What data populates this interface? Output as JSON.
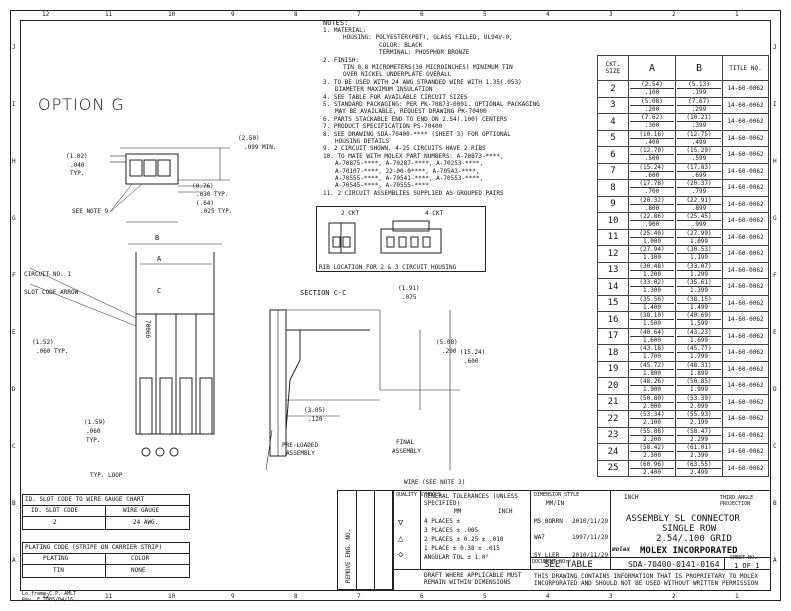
{
  "border": {
    "columns": [
      "12",
      "11",
      "10",
      "9",
      "8",
      "7",
      "6",
      "5",
      "4",
      "3",
      "2",
      "1"
    ],
    "rows": [
      "J",
      "I",
      "H",
      "G",
      "F",
      "E",
      "D",
      "C",
      "B",
      "A"
    ]
  },
  "title": "OPTION G",
  "notes": {
    "header": "NOTES:",
    "lines": [
      "1. MATERIAL:",
      "HOUSING: POLYESTER(PBT), GLASS FILLED, UL94V-0,",
      "COLOR: BLACK",
      "TERMINAL: PHOSPHOR BRONZE",
      "2. FINISH:",
      "TIN 0.8 MICROMETERS(30 MICROINCHES) MINIMUM TIN",
      "OVER NICKEL UNDERPLATE OVERALL",
      "3. TO BE USED WITH 24 AWG STRANDED WIRE WITH 1.35(.053)",
      "DIAMETER MAXIMUM INSULATION",
      "4. SEE TABLE FOR AVAILABLE CIRCUIT SIZES",
      "5. STANDARD PACKAGING: PER PK-70873-0001. OPTIONAL PACKAGING",
      "MAY BE AVAILABLE, REQUEST DRAWING PK-70400",
      "6. PARTS STACKABLE END TO END ON 2.54(.100) CENTERS",
      "7. PRODUCT SPECIFICATION PS-70400",
      "8. SEE DRAWING SDA-70400-**** (SHEET 3) FOR OPTIONAL",
      "HOUSING DETAILS",
      "9. 2 CIRCUIT SHOWN. 4-25 CIRCUITS HAVE 2 RIBS",
      "10. TO MATE WITH MOLEX PART NUMBERS: A-70873-****,",
      "A-70875-****, A-70287-****, A-70253-****,",
      "A-70107-****, 22-00-0****, A-70543-****,",
      "A-70555-****, A-70541-****, A-70553-****,",
      "A-70545-****, A-70555-****",
      "11. 2 CIRCUIT ASSEMBLIES SUPPLIED AS GROUPED PAIRS"
    ]
  },
  "rib": {
    "label_2": "2 CKT",
    "label_4": "4 CKT",
    "caption": "RIB LOCATION FOR 2 & 3 CIRCUIT HOUSING"
  },
  "dims": {
    "d250": "(2.50)",
    "d099": ".099 MIN.",
    "d102": "(1.02)",
    "d040": ".040",
    "dtyp": "TYP.",
    "d076": "(0.76)",
    "d030": ".030 TYP.",
    "d064": "(.64)",
    "d025": ".025 TYP.",
    "see9": "SEE NOTE 9",
    "B": "B",
    "A": "A",
    "C": "C",
    "circuit1": "CIRCUIT NO. 1",
    "slot": "SLOT CODE ARROW",
    "d152": "(1.52)",
    "d060": ".060 TYP.",
    "d159": "(1.59)",
    "d060b": ".060",
    "d060t": "TYP.",
    "typloop": "TYP. LOOP",
    "section": "SECTION C-C",
    "d191": "(1.91)",
    "d075": ".075",
    "d508": "(5.08)",
    "d200": ".200",
    "d1524": "(15.24)",
    "d600": ".600",
    "d305": "(3.05)",
    "d120": ".120",
    "preloaded1": "PRE-LOADED",
    "preloaded2": "ASSEMBLY",
    "final1": "FINAL",
    "final2": "ASSEMBLY",
    "wire": "WIRE (SEE NOTE 3)",
    "partmark": "70066"
  },
  "circuit_table": {
    "headers": [
      "CKT. SIZE",
      "A",
      "B",
      "TITLE NO."
    ],
    "rows": [
      {
        "size": "2",
        "a1": "(2.54)",
        "a2": ".100",
        "b1": "(5.13)",
        "b2": ".199",
        "title": "14-60-0062"
      },
      {
        "size": "3",
        "a1": "(5.08)",
        "a2": ".200",
        "b1": "(7.67)",
        "b2": ".299",
        "title": "14-60-0062"
      },
      {
        "size": "4",
        "a1": "(7.62)",
        "a2": ".300",
        "b1": "(10.21)",
        "b2": ".399",
        "title": "14-60-0062"
      },
      {
        "size": "5",
        "a1": "(10.16)",
        "a2": ".400",
        "b1": "(12.75)",
        "b2": ".499",
        "title": "14-60-0062"
      },
      {
        "size": "6",
        "a1": "(12.70)",
        "a2": ".500",
        "b1": "(15.29)",
        "b2": ".599",
        "title": "14-60-0062"
      },
      {
        "size": "7",
        "a1": "(15.24)",
        "a2": ".600",
        "b1": "(17.83)",
        "b2": ".699",
        "title": "14-60-0062"
      },
      {
        "size": "8",
        "a1": "(17.78)",
        "a2": ".700",
        "b1": "(20.37)",
        "b2": ".799",
        "title": "14-60-0062"
      },
      {
        "size": "9",
        "a1": "(20.32)",
        "a2": ".800",
        "b1": "(22.91)",
        "b2": ".899",
        "title": "14-60-0062"
      },
      {
        "size": "10",
        "a1": "(22.86)",
        "a2": ".900",
        "b1": "(25.45)",
        "b2": ".999",
        "title": "14-60-0062"
      },
      {
        "size": "11",
        "a1": "(25.40)",
        "a2": "1.000",
        "b1": "(27.99)",
        "b2": "1.099",
        "title": "14-60-0062"
      },
      {
        "size": "12",
        "a1": "(27.94)",
        "a2": "1.100",
        "b1": "(30.53)",
        "b2": "1.199",
        "title": "14-60-0062"
      },
      {
        "size": "13",
        "a1": "(30.48)",
        "a2": "1.200",
        "b1": "(33.07)",
        "b2": "1.299",
        "title": "14-60-0062"
      },
      {
        "size": "14",
        "a1": "(33.02)",
        "a2": "1.300",
        "b1": "(35.61)",
        "b2": "1.399",
        "title": "14-60-0062"
      },
      {
        "size": "15",
        "a1": "(35.56)",
        "a2": "1.400",
        "b1": "(38.15)",
        "b2": "1.499",
        "title": "14-60-0062"
      },
      {
        "size": "16",
        "a1": "(38.10)",
        "a2": "1.500",
        "b1": "(40.69)",
        "b2": "1.599",
        "title": "14-60-0062"
      },
      {
        "size": "17",
        "a1": "(40.64)",
        "a2": "1.600",
        "b1": "(43.23)",
        "b2": "1.699",
        "title": "14-60-0062"
      },
      {
        "size": "18",
        "a1": "(43.18)",
        "a2": "1.700",
        "b1": "(45.77)",
        "b2": "1.799",
        "title": "14-60-0062"
      },
      {
        "size": "19",
        "a1": "(45.72)",
        "a2": "1.800",
        "b1": "(48.31)",
        "b2": "1.899",
        "title": "14-60-0062"
      },
      {
        "size": "20",
        "a1": "(48.26)",
        "a2": "1.900",
        "b1": "(50.85)",
        "b2": "1.999",
        "title": "14-60-0062"
      },
      {
        "size": "21",
        "a1": "(50.80)",
        "a2": "2.000",
        "b1": "(53.39)",
        "b2": "2.099",
        "title": "14-60-0062"
      },
      {
        "size": "22",
        "a1": "(53.34)",
        "a2": "2.100",
        "b1": "(55.93)",
        "b2": "2.199",
        "title": "14-60-0062"
      },
      {
        "size": "23",
        "a1": "(55.88)",
        "a2": "2.200",
        "b1": "(58.47)",
        "b2": "2.299",
        "title": "14-60-0062"
      },
      {
        "size": "24",
        "a1": "(58.42)",
        "a2": "2.300",
        "b1": "(61.01)",
        "b2": "2.399",
        "title": "14-60-0062"
      },
      {
        "size": "25",
        "a1": "(60.96)",
        "a2": "2.400",
        "b1": "(63.55)",
        "b2": "2.499",
        "title": "14-60-0062"
      }
    ]
  },
  "slot_table": {
    "title": "ID. SLOT CODE TO WIRE GAUGE CHART",
    "h1": "ID. SLOT CODE",
    "h2": "WIRE GAUGE",
    "v1": "2",
    "v2": "24 AWG."
  },
  "plating_table": {
    "title": "PLATING CODE (STRIPE ON CARRIER STRIP)",
    "h1": "PLATING",
    "h2": "COLOR",
    "v1": "TIN",
    "v2": "NONE"
  },
  "revision_block": {
    "rev_text": "REMOVE ENG. NO.",
    "frame": "Lo frame C.P. AMLT",
    "rev": "Rev. F 2005/04/16"
  },
  "title_block": {
    "quality": "QUALITY SYMBOLS",
    "tol_header": "GENERAL TOLERANCES (UNLESS SPECIFIED)",
    "mm": "MM",
    "inch": "INCH",
    "tol_rows": [
      "4 PLACES   ±",
      "3 PLACES   ±   .005",
      "2 PLACES   ±  0.25  ± .010",
      "1 PLACE    ±  0.38  ± .015",
      "ANGULAR TOL ± 1.0°"
    ],
    "drafting": "DRAFT WHERE APPLICABLE MUST REMAIN WITHIN DIMENSIONS",
    "dim_style": "DIMENSION STYLE",
    "mm_inch": "MM/IN",
    "drawn": "MS BORRN",
    "drawn_date": "2010/11/29",
    "checked": "WA7",
    "checked_date": "1997/11/29",
    "approved": "SY LLER",
    "approved_date": "2010/11/29",
    "scale_label": "SEE TABLE",
    "series": "INCH",
    "projection": "THIRD ANGLE PROJECTION",
    "desc1": "ASSEMBLY SL CONNECTOR",
    "desc2": "SINGLE ROW",
    "desc3": "2.54/.100 GRID",
    "company": "MOLEX INCORPORATED",
    "doc_no": "SDA-70400-0141-0164",
    "sheet": "1 OF 1",
    "doc_label": "DOCUMENT NO.",
    "sheet_label": "SHEET NO.",
    "proprietary": "THIS DRAWING CONTAINS INFORMATION THAT IS PROPRIETARY TO MOLEX INCORPORATED AND SHOULD NOT BE USED WITHOUT WRITTEN PERMISSION",
    "logo": "molex"
  }
}
